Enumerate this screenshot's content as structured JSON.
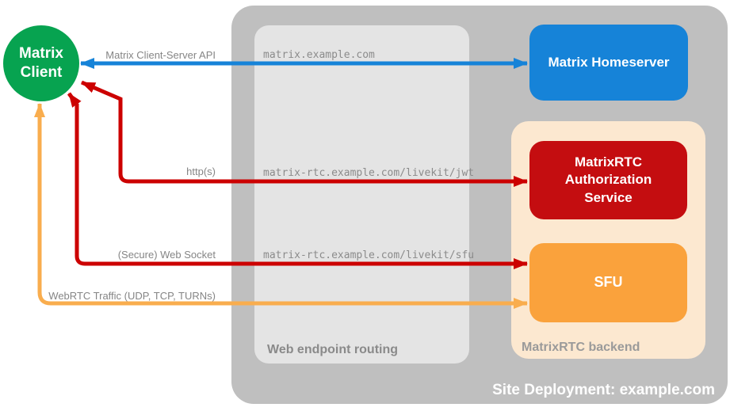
{
  "diagram": {
    "client": {
      "label": "Matrix\nClient",
      "color": "#07a350"
    },
    "arrows": [
      {
        "id": "client-server-api",
        "label": "Matrix Client-Server API",
        "color": "#1683d8",
        "endpoints": [
          "Matrix Client",
          "Matrix Homeserver"
        ]
      },
      {
        "id": "https",
        "label": "http(s)",
        "color": "#cc0000",
        "endpoints": [
          "Matrix Client",
          "MatrixRTC Authorization Service"
        ]
      },
      {
        "id": "secure-web-socket",
        "label": "(Secure) Web Socket",
        "color": "#cc0000",
        "endpoints": [
          "Matrix Client",
          "SFU"
        ]
      },
      {
        "id": "webrtc-traffic",
        "label": "WebRTC Traffic (UDP, TCP, TURNs)",
        "color": "#f9ad4e",
        "endpoints": [
          "Matrix Client",
          "SFU"
        ]
      }
    ],
    "site": {
      "title": "Site Deployment: example.com",
      "container_color": "#bfbfbf",
      "routing": {
        "title": "Web endpoint routing",
        "box_color": "#e4e4e4",
        "endpoints": [
          "matrix.example.com",
          "matrix-rtc.example.com/livekit/jwt",
          "matrix-rtc.example.com/livekit/sfu"
        ]
      },
      "homeserver": {
        "label": "Matrix Homeserver",
        "color": "#1683d8"
      },
      "backend": {
        "title": "MatrixRTC backend",
        "container_color": "#fce8d0",
        "auth_service": {
          "label": "MatrixRTC\nAuthorization\nService",
          "color": "#c40d10"
        },
        "sfu": {
          "label": "SFU",
          "color": "#faa23c"
        }
      }
    }
  }
}
